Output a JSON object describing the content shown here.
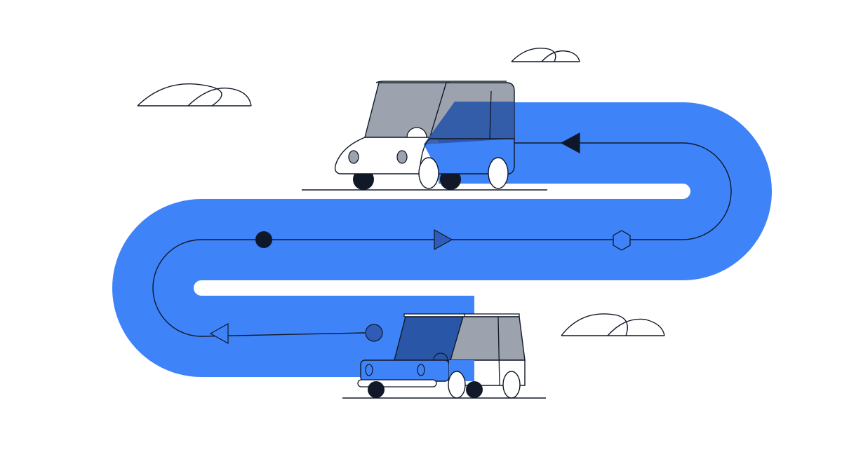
{
  "colors": {
    "background": "#ffffff",
    "road": "#3f83f8",
    "road_dark": "#2a56a8",
    "line": "#111827",
    "node_dark": "#0f172a",
    "node_blue": "#2e5cb8",
    "car_window": "#9ca3af",
    "car_body": "#ffffff"
  },
  "scene": {
    "elements": [
      "cloud",
      "cloud",
      "cloud",
      "van",
      "station-wagon",
      "winding-road",
      "route-line",
      "route-markers"
    ]
  }
}
